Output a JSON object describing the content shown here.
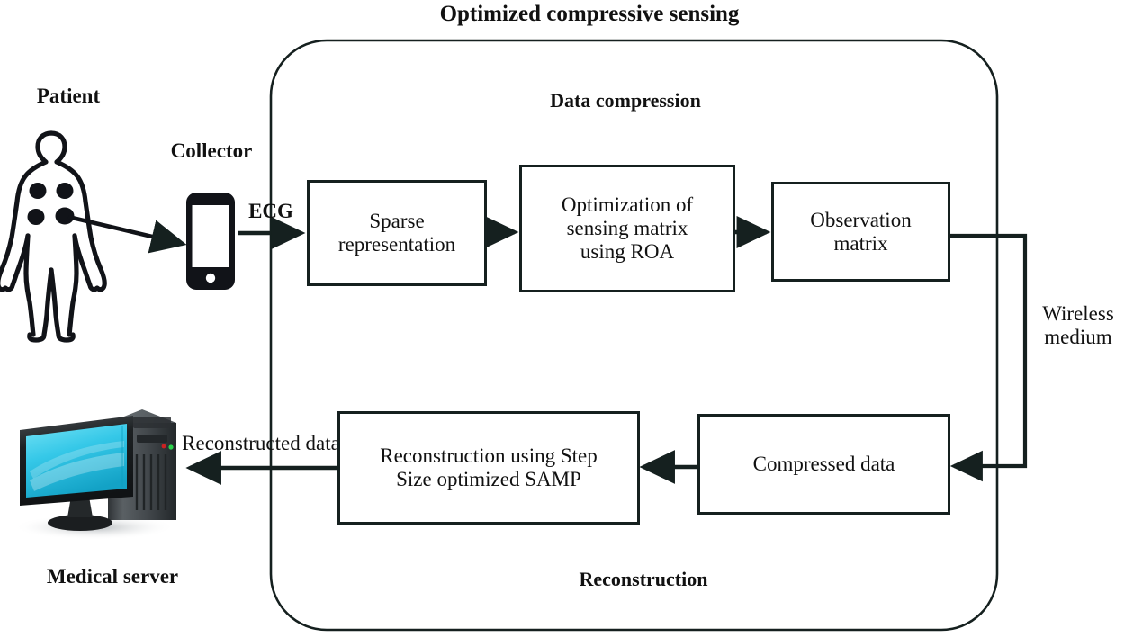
{
  "diagram": {
    "title": "Optimized compressive sensing",
    "section_labels": {
      "compression": "Data compression",
      "reconstruction": "Reconstruction"
    },
    "entities": {
      "patient_label": "Patient",
      "collector_label": "Collector",
      "server_label": "Medical server"
    },
    "edge_labels": {
      "ecg": "ECG",
      "wireless_medium": "Wireless\nmedium",
      "wireless_line1": "Wireless",
      "wireless_line2": "medium",
      "reconstructed_line1": "Reconstructed",
      "reconstructed_line2": "data"
    },
    "boxes": [
      {
        "id": "sparse-representation",
        "line1": "Sparse",
        "line2": "representation"
      },
      {
        "id": "optimization-roa",
        "line1": "Optimization of",
        "line2": "sensing matrix",
        "line3": "using ROA"
      },
      {
        "id": "observation-matrix",
        "line1": "Observation",
        "line2": "matrix"
      },
      {
        "id": "reconstruction-samp",
        "line1": "Reconstruction using Step",
        "line2": "Size optimized SAMP"
      },
      {
        "id": "compressed-data",
        "line1": "Compressed data"
      }
    ],
    "colors": {
      "stroke": "#15201f",
      "background": "#ffffff",
      "screen_cyan": "#35c8e8",
      "screen_cyan_dark": "#1da6c8",
      "tower_dark": "#3b3f42",
      "tower_light": "#7d8387",
      "led_green": "#2ad24a",
      "led_red": "#cc2222"
    }
  }
}
